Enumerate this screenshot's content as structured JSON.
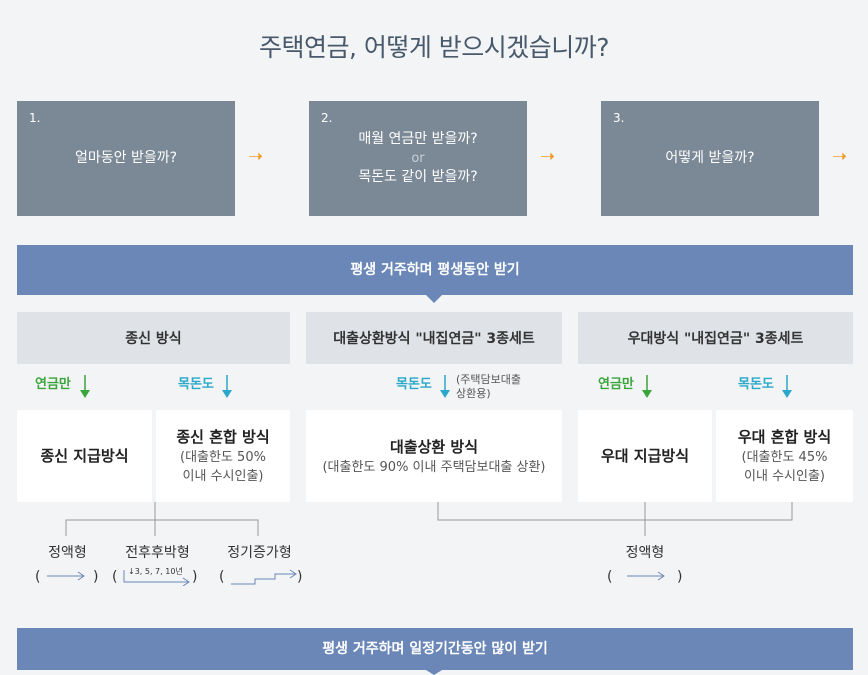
{
  "title": "주택연금, 어떻게 받으시겠습니까?",
  "steps": [
    {
      "num": "1.",
      "line1": "얼마동안 받을까?"
    },
    {
      "num": "2.",
      "line1": "매월 연금만 받을까?",
      "or": "or",
      "line2": "목돈도 같이 받을까?"
    },
    {
      "num": "3.",
      "line1": "어떻게 받을까?"
    }
  ],
  "arrow_glyph": "➝",
  "band_lifetime": "평생 거주하며 평생동안 받기",
  "band_period": "평생 거주하며 일정기간동안 많이 받기",
  "methods": {
    "jongsin": "종신 방식",
    "loan_repay": "대출상환방식 \"내집연금\" 3종세트",
    "udae": "우대방식 \"내집연금\" 3종세트"
  },
  "labels": {
    "pension_only": "연금만",
    "lump_sum": "목돈도",
    "loan_note_1": "(주택담보대출",
    "loan_note_2": "상환용)"
  },
  "boxes": {
    "jongsin_pay": {
      "main": "종신 지급방식"
    },
    "jongsin_mix": {
      "main": "종신 혼합 방식",
      "sub1": "(대출한도 50%",
      "sub2": "이내 수시인출)"
    },
    "loan_repay": {
      "main": "대출상환 방식",
      "sub1": "(대출한도 90% 이내 주택담보대출 상환)"
    },
    "udae_pay": {
      "main": "우대 지급방식"
    },
    "udae_mix": {
      "main": "우대 혼합 방식",
      "sub1": "(대출한도 45%",
      "sub2": "이내 수시인출)"
    }
  },
  "payment_types": {
    "fixed": "정액형",
    "front_heavy": "전후후박형",
    "front_heavy_note": "↓3, 5, 7, 10년",
    "increasing": "정기증가형",
    "fixed_right": "정액형"
  },
  "colors": {
    "band": "#6a87b8",
    "step": "#7b8896",
    "orange": "#f39a2b",
    "green": "#3ba53c",
    "cyan": "#2aa7c9"
  }
}
